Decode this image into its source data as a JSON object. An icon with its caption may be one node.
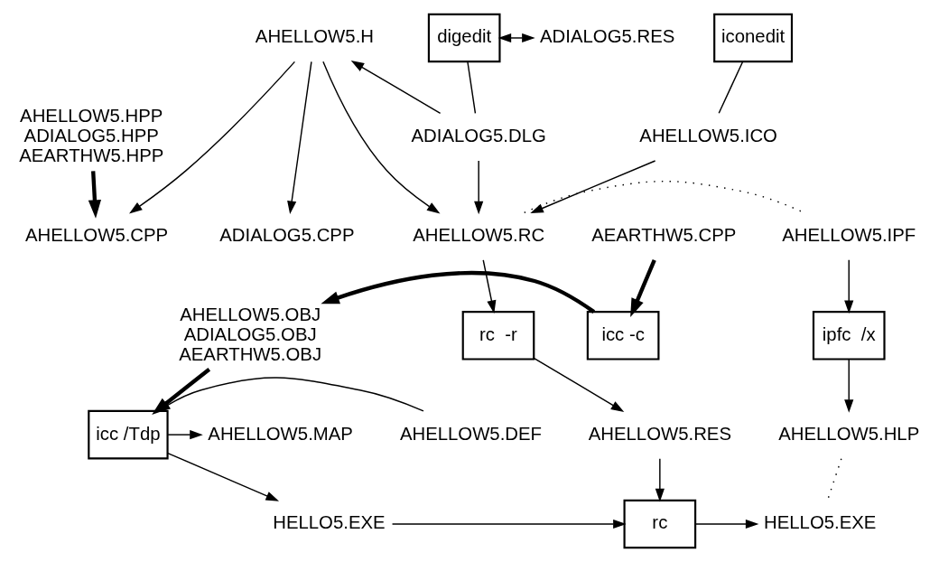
{
  "diagram": {
    "nodes": [
      {
        "text": [
          "AHELLOW5.HPP ADIALOG5.HPP AEARTHW5.HPP"
        ]
      },
      {
        "text": [
          "AHELLOW5.H"
        ]
      },
      {
        "text": [
          "digedit"
        ]
      },
      {
        "text": [
          "ADIALOG5.RES"
        ]
      },
      {
        "text": [
          "iconedit"
        ]
      },
      {
        "text": [
          "ADIALOG5.DLG"
        ]
      },
      {
        "text": [
          "AHELLOW5.ICO"
        ]
      },
      {
        "text": [
          "AHELLOW5.CPP"
        ]
      },
      {
        "text": [
          "ADIALOG5.CPP"
        ]
      },
      {
        "text": [
          "AEARTHW5.CPP"
        ]
      },
      {
        "text": [
          "AHELLOW5.RC"
        ]
      },
      {
        "text": [
          "AHELLOW5.IPF"
        ]
      },
      {
        "text": [
          "rc  -r"
        ]
      },
      {
        "text": [
          "ipfc  /x"
        ]
      },
      {
        "text": [
          "AHELLOW5.RES"
        ]
      },
      {
        "text": [
          "AHELLOW5.HLP"
        ]
      },
      {
        "text": [
          "icc -c"
        ]
      },
      {
        "text": [
          "AHELLOW5.OBJ ADIALOG5.OBJ AEARTHW5.OBJ"
        ]
      },
      {
        "text": [
          "AHELLOW5.DEF"
        ]
      },
      {
        "text": [
          "icc /Tdp"
        ]
      },
      {
        "text": [
          "AHELLOW5.MAP"
        ]
      },
      {
        "text": [
          "HELLO5.EXE"
        ]
      },
      {
        "text": [
          "rc"
        ]
      },
      {
        "text": [
          "HELLO5.EXE"
        ]
      }
    ],
    "edges": [
      {
        "from": 0,
        "to": 7,
        "arrow": "to",
        "style": "thick"
      },
      {
        "from": 2,
        "to": 3,
        "arrow": "both"
      },
      {
        "from": 2,
        "to": 5,
        "arrow": "none"
      },
      {
        "from": 5,
        "to": 1,
        "arrow": "to"
      },
      {
        "from": 5,
        "to": 10,
        "arrow": "to"
      },
      {
        "from": 1,
        "to": 7,
        "arrow": "to"
      },
      {
        "from": 1,
        "to": 8,
        "arrow": "to"
      },
      {
        "from": 1,
        "to": 10,
        "arrow": "to"
      },
      {
        "from": 4,
        "to": 6,
        "arrow": "none"
      },
      {
        "from": 6,
        "to": 10,
        "arrow": "to"
      },
      {
        "from": 10,
        "to": 11,
        "arrow": "none",
        "style": "dashed"
      },
      {
        "from": 11,
        "to": 13,
        "arrow": "to"
      },
      {
        "from": 13,
        "to": 15,
        "arrow": "to"
      },
      {
        "from": 10,
        "to": 12,
        "arrow": "to"
      },
      {
        "from": 12,
        "to": 14,
        "arrow": "to"
      },
      {
        "from": 9,
        "to": 16,
        "arrow": "to",
        "style": "thick"
      },
      {
        "from": 16,
        "to": 17,
        "arrow": "to",
        "style": "thick"
      },
      {
        "from": 17,
        "to": 19,
        "arrow": "to",
        "style": "thick"
      },
      {
        "from": 18,
        "to": 19,
        "arrow": "to"
      },
      {
        "from": 19,
        "to": 20,
        "arrow": "to"
      },
      {
        "from": 19,
        "to": 21,
        "arrow": "to"
      },
      {
        "from": 21,
        "to": 22,
        "arrow": "to"
      },
      {
        "from": 14,
        "to": 22,
        "arrow": "to"
      },
      {
        "from": 22,
        "to": 23,
        "arrow": "to"
      },
      {
        "from": 15,
        "to": 23,
        "arrow": "none",
        "style": "dashed"
      }
    ]
  }
}
